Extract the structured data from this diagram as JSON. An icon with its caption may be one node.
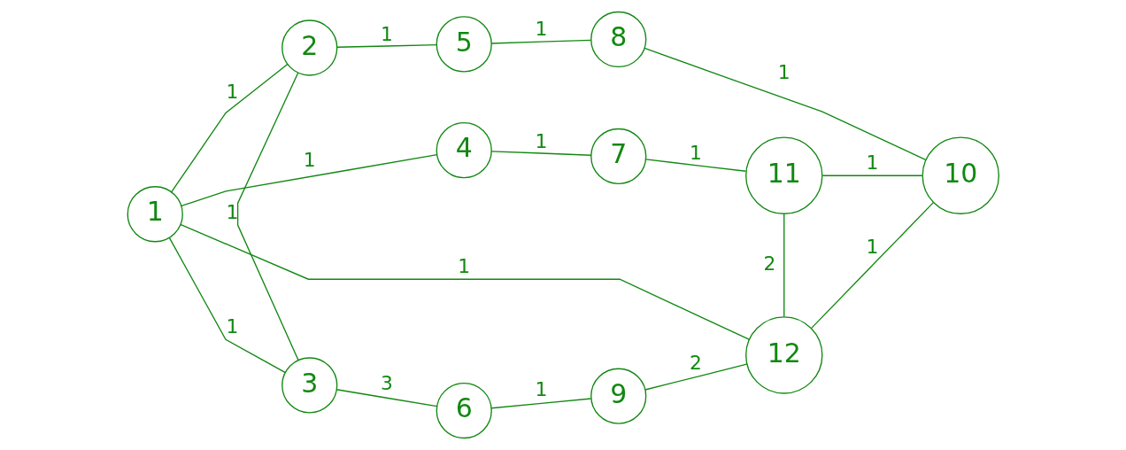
{
  "diagram": {
    "nodes": [
      {
        "text": [
          "1"
        ]
      },
      {
        "text": [
          "2"
        ]
      },
      {
        "text": [
          "3"
        ]
      },
      {
        "text": [
          "4"
        ]
      },
      {
        "text": [
          "5"
        ]
      },
      {
        "text": [
          "6"
        ]
      },
      {
        "text": [
          "7"
        ]
      },
      {
        "text": [
          "8"
        ]
      },
      {
        "text": [
          "9"
        ]
      },
      {
        "text": [
          "10"
        ]
      },
      {
        "text": [
          "11"
        ]
      },
      {
        "text": [
          "12"
        ]
      }
    ],
    "edges": [
      {
        "from": 0,
        "to": 3,
        "arrow": "none",
        "label": "1"
      },
      {
        "from": 3,
        "to": 6,
        "arrow": "none",
        "label": "1"
      },
      {
        "from": 6,
        "to": 10,
        "arrow": "none",
        "label": "1"
      },
      {
        "from": 1,
        "to": 4,
        "arrow": "none",
        "label": "1"
      },
      {
        "from": 0,
        "to": 1,
        "arrow": "none",
        "label": "1"
      },
      {
        "from": 1,
        "to": 2,
        "arrow": "none",
        "label": "1"
      },
      {
        "from": 4,
        "to": 7,
        "arrow": "none",
        "label": "1"
      },
      {
        "from": 7,
        "to": 9,
        "arrow": "none",
        "label": "1"
      },
      {
        "from": 10,
        "to": 9,
        "arrow": "none",
        "label": "1"
      },
      {
        "from": 10,
        "to": 11,
        "arrow": "none",
        "label": "2"
      },
      {
        "from": 0,
        "to": 2,
        "arrow": "none",
        "label": "1"
      },
      {
        "from": 2,
        "to": 5,
        "arrow": "none",
        "label": "3"
      },
      {
        "from": 5,
        "to": 8,
        "arrow": "none",
        "label": "1"
      },
      {
        "from": 9,
        "to": 11,
        "arrow": "none",
        "label": "1"
      },
      {
        "from": 8,
        "to": 11,
        "arrow": "none",
        "label": "2"
      },
      {
        "from": 0,
        "to": 11,
        "arrow": "none",
        "label": "1"
      }
    ]
  }
}
